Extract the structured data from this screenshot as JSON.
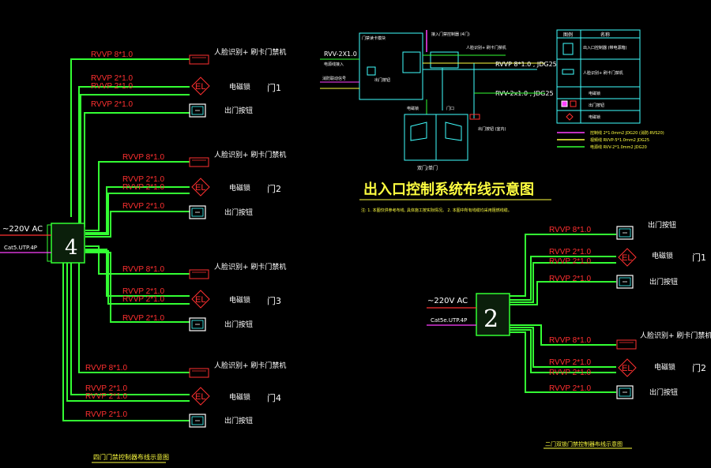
{
  "colors": {
    "background": "#000000",
    "wire_green": "#33ff33",
    "wire_red": "#ff3030",
    "cyan": "#40ffff",
    "yellow": "#ffff40",
    "magenta": "#ff40ff",
    "white": "#ffffff"
  },
  "left": {
    "controller_number": "4",
    "power_label": "~220V AC",
    "network_label": "Cat5.UTP.4P",
    "caption": "四门门禁控制器布线示意图",
    "doors": [
      {
        "door_label": "门1",
        "reader_cable": "RVVP 8*1.0",
        "reader_label": "人脸识别+ 刷卡门禁机",
        "lock_cable_1": "RVVP 2*1.0",
        "lock_cable_2": "RVVP 2*1.0",
        "lock_label": "电磁锁",
        "exit_cable": "RVVP 2*1.0",
        "exit_label": "出门按钮"
      },
      {
        "door_label": "门2",
        "reader_cable": "RVVP 8*1.0",
        "reader_label": "人脸识别+ 刷卡门禁机",
        "lock_cable_1": "RVVP 2*1.0",
        "lock_cable_2": "RVVP 2*1.0",
        "lock_label": "电磁锁",
        "exit_cable": "RVVP 2*1.0",
        "exit_label": "出门按钮"
      },
      {
        "door_label": "门3",
        "reader_cable": "RVVP 8*1.0",
        "reader_label": "人脸识别+ 刷卡门禁机",
        "lock_cable_1": "RVVP 2*1.0",
        "lock_cable_2": "RVVP 2*1.0",
        "lock_label": "电磁锁",
        "exit_cable": "RVVP 2*1.0",
        "exit_label": "出门按钮"
      },
      {
        "door_label": "门4",
        "reader_cable": "RVVP 8*1.0",
        "reader_label": "人脸识别+ 刷卡门禁机",
        "lock_cable_1": "RVVP 2*1.0",
        "lock_cable_2": "RVVP 2*1.0",
        "lock_label": "电磁锁",
        "exit_cable": "RVVP 2*1.0",
        "exit_label": "出门按钮"
      }
    ]
  },
  "right": {
    "controller_number": "2",
    "power_label": "~220V AC",
    "network_label": "Cat5e.UTP.4P",
    "caption": "二门双锁门禁控制器布线示意图",
    "doors": [
      {
        "door_label": "门1",
        "exit_cable": "RVVP 8*1.0",
        "exit_label": "出门按钮",
        "lock_cable_1": "RVVP 2*1.0",
        "lock_cable_2": "RVVP 2*1.0",
        "lock_label": "电磁锁",
        "exit2_cable": "RVVP 2*1.0",
        "exit2_label": "出门按钮"
      },
      {
        "door_label": "门2",
        "reader_cable": "RVVP 8*1.0",
        "reader_label": "人脸识别+ 刷卡门禁机",
        "lock_cable_1": "RVVP 2*1.0",
        "lock_cable_2": "RVVP 2*1.0",
        "lock_label": "电磁锁",
        "exit_cable": "RVVP 2*1.0",
        "exit_label": "出门按钮"
      }
    ]
  },
  "center": {
    "title": "出入口控制系统布线示意图",
    "note": "注: 1. 本图仅供参考布线, 具体施工按实际情况。 2. 本图中所有线缆均采用阻燃线缆。",
    "cable_a": "RVV-2X1.0",
    "cable_b": "RVVP 8*1.0 , JDG25",
    "cable_c": "RVV-2x1.0 , JDG25",
    "label_top": "接入门禁控制器 (4门)",
    "label_power": "电源线接入",
    "label_signal": "消防联动信号",
    "label_reader_mod": "门禁读卡模块",
    "label_face": "人脸识别+ 刷卡门禁机",
    "label_lock_top": "电磁锁",
    "label_button": "出门按钮",
    "label_door": "双门/单门",
    "label_exit": "出门按钮 (室内)",
    "label_lock_side": "门口"
  },
  "legend": {
    "header_symbol": "图例",
    "header_name": "名称",
    "rows": [
      "出入口控制器 (带电源箱)",
      "人脸识别+ 刷卡门禁机",
      "电磁锁",
      "出门按钮",
      "电磁锁"
    ],
    "lines": [
      "控制线 2*1.0mm2 JDG20 (消防-RVS20)",
      "视频线 RVVP-5*1.0mm2 JDG25",
      "电源线 RVV-2*1.0mm2 JDG20"
    ]
  }
}
